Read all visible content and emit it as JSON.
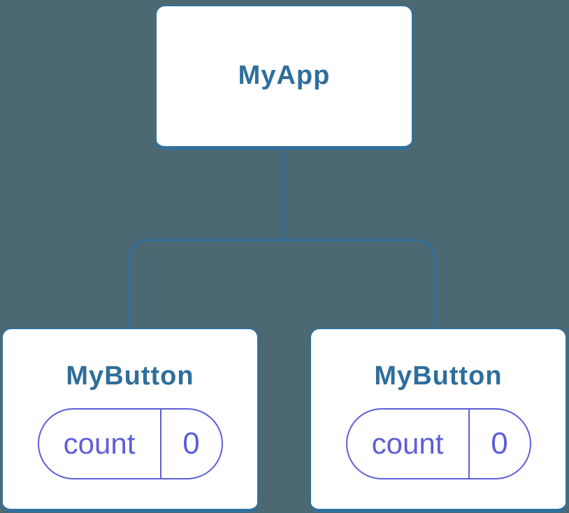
{
  "colors": {
    "background": "#4C6973",
    "blue": "#30709E",
    "blue_text": "#2E6E9C",
    "purple": "#5E5ED8",
    "node_bg": "#FFFFFF"
  },
  "tree": {
    "root": {
      "label": "MyApp"
    },
    "children": [
      {
        "label": "MyButton",
        "state": {
          "key": "count",
          "value": "0"
        }
      },
      {
        "label": "MyButton",
        "state": {
          "key": "count",
          "value": "0"
        }
      }
    ]
  }
}
